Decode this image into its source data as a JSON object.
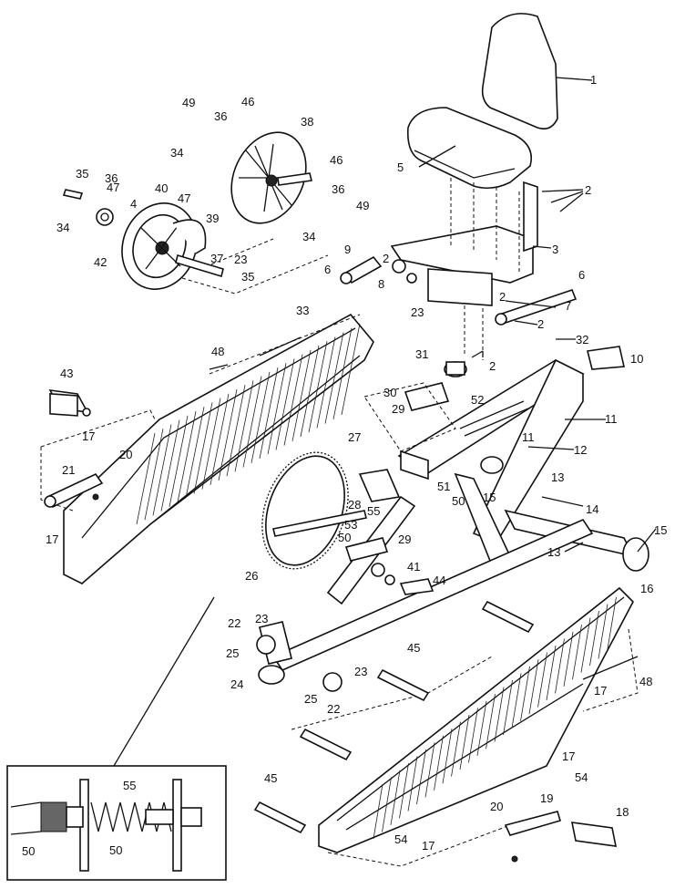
{
  "callouts": [
    {
      "id": "c1",
      "text": "1"
    },
    {
      "id": "c2a",
      "text": "2"
    },
    {
      "id": "c2b",
      "text": "2"
    },
    {
      "id": "c2c",
      "text": "2"
    },
    {
      "id": "c2d",
      "text": "2"
    },
    {
      "id": "c2e",
      "text": "2"
    },
    {
      "id": "c3",
      "text": "3"
    },
    {
      "id": "c4",
      "text": "4"
    },
    {
      "id": "c5",
      "text": "5"
    },
    {
      "id": "c6a",
      "text": "6"
    },
    {
      "id": "c6b",
      "text": "6"
    },
    {
      "id": "c7",
      "text": "7"
    },
    {
      "id": "c8",
      "text": "8"
    },
    {
      "id": "c9",
      "text": "9"
    },
    {
      "id": "c10",
      "text": "10"
    },
    {
      "id": "c11a",
      "text": "11"
    },
    {
      "id": "c11b",
      "text": "11"
    },
    {
      "id": "c12",
      "text": "12"
    },
    {
      "id": "c13a",
      "text": "13"
    },
    {
      "id": "c13b",
      "text": "13"
    },
    {
      "id": "c14",
      "text": "14"
    },
    {
      "id": "c15a",
      "text": "15"
    },
    {
      "id": "c15b",
      "text": "15"
    },
    {
      "id": "c16",
      "text": "16"
    },
    {
      "id": "c17a",
      "text": "17"
    },
    {
      "id": "c17b",
      "text": "17"
    },
    {
      "id": "c17c",
      "text": "17"
    },
    {
      "id": "c17d",
      "text": "17"
    },
    {
      "id": "c17e",
      "text": "17"
    },
    {
      "id": "c18",
      "text": "18"
    },
    {
      "id": "c19",
      "text": "19"
    },
    {
      "id": "c20a",
      "text": "20"
    },
    {
      "id": "c20b",
      "text": "20"
    },
    {
      "id": "c21",
      "text": "21"
    },
    {
      "id": "c22a",
      "text": "22"
    },
    {
      "id": "c22b",
      "text": "22"
    },
    {
      "id": "c23a",
      "text": "23"
    },
    {
      "id": "c23b",
      "text": "23"
    },
    {
      "id": "c23c",
      "text": "23"
    },
    {
      "id": "c23d",
      "text": "23"
    },
    {
      "id": "c24",
      "text": "24"
    },
    {
      "id": "c25a",
      "text": "25"
    },
    {
      "id": "c25b",
      "text": "25"
    },
    {
      "id": "c26",
      "text": "26"
    },
    {
      "id": "c27",
      "text": "27"
    },
    {
      "id": "c28",
      "text": "28"
    },
    {
      "id": "c29a",
      "text": "29"
    },
    {
      "id": "c29b",
      "text": "29"
    },
    {
      "id": "c30",
      "text": "30"
    },
    {
      "id": "c31",
      "text": "31"
    },
    {
      "id": "c32",
      "text": "32"
    },
    {
      "id": "c33",
      "text": "33"
    },
    {
      "id": "c34a",
      "text": "34"
    },
    {
      "id": "c34b",
      "text": "34"
    },
    {
      "id": "c34c",
      "text": "34"
    },
    {
      "id": "c35a",
      "text": "35"
    },
    {
      "id": "c35b",
      "text": "35"
    },
    {
      "id": "c36a",
      "text": "36"
    },
    {
      "id": "c36b",
      "text": "36"
    },
    {
      "id": "c36c",
      "text": "36"
    },
    {
      "id": "c37",
      "text": "37"
    },
    {
      "id": "c38",
      "text": "38"
    },
    {
      "id": "c39",
      "text": "39"
    },
    {
      "id": "c40",
      "text": "40"
    },
    {
      "id": "c41",
      "text": "41"
    },
    {
      "id": "c42",
      "text": "42"
    },
    {
      "id": "c43",
      "text": "43"
    },
    {
      "id": "c44",
      "text": "44"
    },
    {
      "id": "c45a",
      "text": "45"
    },
    {
      "id": "c45b",
      "text": "45"
    },
    {
      "id": "c46a",
      "text": "46"
    },
    {
      "id": "c46b",
      "text": "46"
    },
    {
      "id": "c47a",
      "text": "47"
    },
    {
      "id": "c47b",
      "text": "47"
    },
    {
      "id": "c48a",
      "text": "48"
    },
    {
      "id": "c48b",
      "text": "48"
    },
    {
      "id": "c49a",
      "text": "49"
    },
    {
      "id": "c49b",
      "text": "49"
    },
    {
      "id": "c50a",
      "text": "50"
    },
    {
      "id": "c50b",
      "text": "50"
    },
    {
      "id": "c50c",
      "text": "50"
    },
    {
      "id": "c50d",
      "text": "50"
    },
    {
      "id": "c51",
      "text": "51"
    },
    {
      "id": "c52",
      "text": "52"
    },
    {
      "id": "c53",
      "text": "53"
    },
    {
      "id": "c54a",
      "text": "54"
    },
    {
      "id": "c54b",
      "text": "54"
    },
    {
      "id": "c55a",
      "text": "55"
    },
    {
      "id": "c55b",
      "text": "55"
    }
  ]
}
